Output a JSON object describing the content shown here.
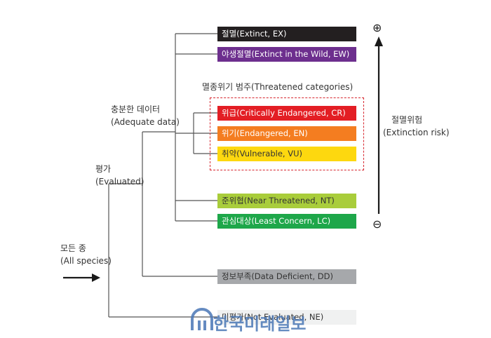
{
  "root": {
    "label_ko": "모든 종",
    "label_en": "(All species)"
  },
  "evaluated": {
    "label_ko": "평가",
    "label_en": "(Evaluated)"
  },
  "adequate": {
    "label_ko": "충분한 데이터",
    "label_en": "(Adequate data)"
  },
  "threatened_header": "멸종위기 범주(Threatened categories)",
  "categories": [
    {
      "label": "절멸(Extinct, EX)",
      "color": "#231f20",
      "text_color": "#ffffff"
    },
    {
      "label": "야생절멸(Extinct in the Wild, EW)",
      "color": "#6d2f8e",
      "text_color": "#ffffff"
    },
    {
      "label": "위급(Critically Endangered, CR)",
      "color": "#e31e24",
      "text_color": "#ffffff"
    },
    {
      "label": "위기(Endangered, EN)",
      "color": "#f47d20",
      "text_color": "#ffffff"
    },
    {
      "label": "취약(Vulnerable, VU)",
      "color": "#fdd80f",
      "text_color": "#333333"
    },
    {
      "label": "준위협(Near Threatened, NT)",
      "color": "#a9cd3b",
      "text_color": "#333333"
    },
    {
      "label": "관심대상(Least Concern, LC)",
      "color": "#1ea74a",
      "text_color": "#ffffff"
    },
    {
      "label": "정보부족(Data Deficient, DD)",
      "color": "#a6a8ab",
      "text_color": "#333333"
    },
    {
      "label": "미평가(Not Evaluated, NE)",
      "color": "#f0f1f1",
      "text_color": "#333333"
    }
  ],
  "risk_axis": {
    "label_ko": "절멸위험",
    "label_en": "(Extinction risk)",
    "top_symbol": "⊕",
    "bottom_symbol": "⊖"
  },
  "watermark": "한국미래일보"
}
